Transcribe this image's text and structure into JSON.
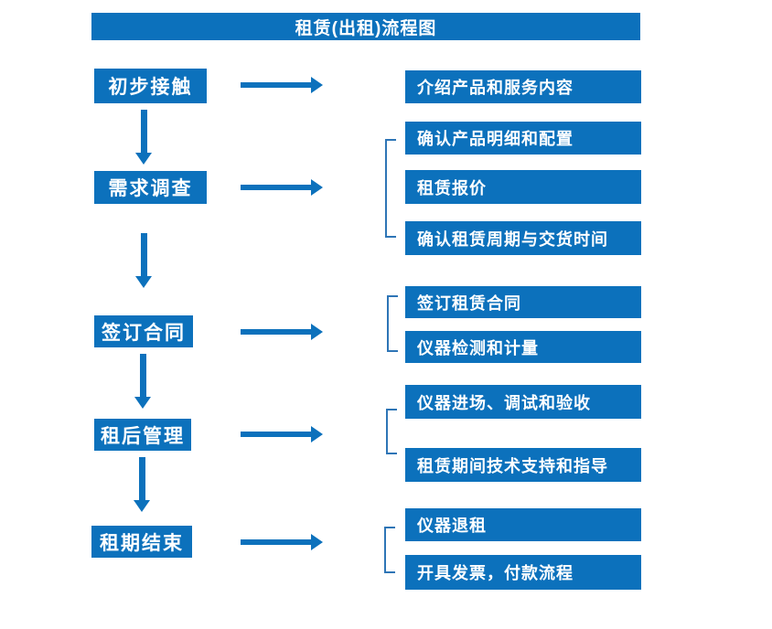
{
  "title": "租赁(出租)流程图",
  "colors": {
    "primary_blue": "#0C71BC",
    "bracket_blue": "#2E75B6",
    "text_on_blue": "#ffffff",
    "background": "#ffffff"
  },
  "steps": [
    {
      "label": "初步接触",
      "details": [
        "介绍产品和服务内容"
      ]
    },
    {
      "label": "需求调查",
      "details": [
        "确认产品明细和配置",
        "租赁报价",
        "确认租赁周期与交货时间"
      ]
    },
    {
      "label": "签订合同",
      "details": [
        "签订租赁合同",
        "仪器检测和计量"
      ]
    },
    {
      "label": "租后管理",
      "details": [
        "仪器进场、调试和验收",
        "租赁期间技术支持和指导"
      ]
    },
    {
      "label": "租期结束",
      "details": [
        "仪器退租",
        "开具发票，付款流程"
      ]
    }
  ]
}
